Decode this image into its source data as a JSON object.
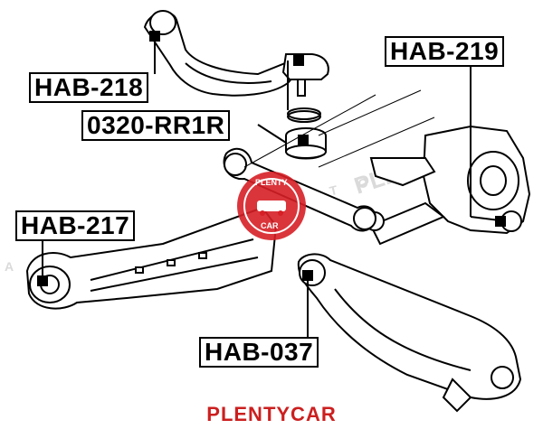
{
  "labels": {
    "hab_218": "HAB-218",
    "rr1r": "0320-RR1R",
    "hab_219": "HAB-219",
    "hab_217": "HAB-217",
    "hab_037": "HAB-037"
  },
  "stamp": {
    "line1": "PLENTY",
    "line2": "CAR"
  },
  "footer": {
    "brand": "PLENTYCAR"
  },
  "colors": {
    "brand_red": "#cc1f1f",
    "line": "#000000",
    "watermark": "#d8d8d8",
    "stamp_red": "#d61f26"
  }
}
